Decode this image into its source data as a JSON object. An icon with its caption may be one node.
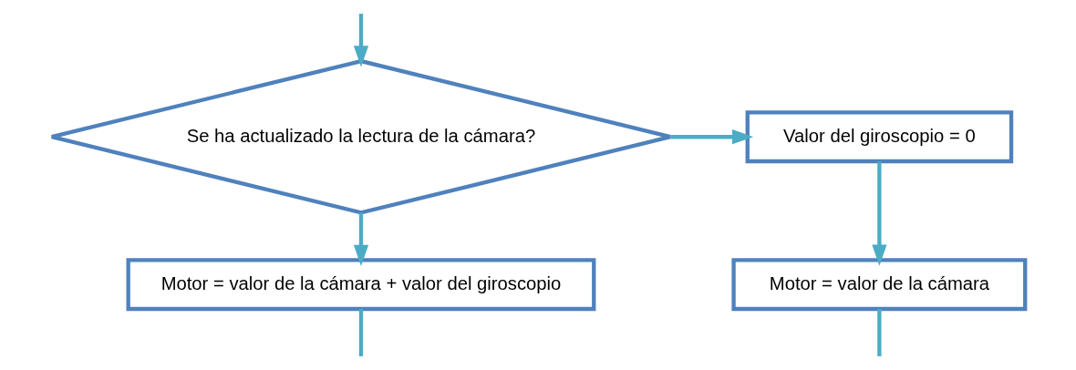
{
  "diagram": {
    "nodes": [
      {
        "text": [
          "Se ha actualizado la lectura de la cámara?"
        ]
      },
      {
        "text": [
          "Valor del giroscopio = 0"
        ]
      },
      {
        "text": [
          "Motor = valor de la cámara + valor del giroscopio"
        ]
      },
      {
        "text": [
          "Motor = valor de la cámara"
        ]
      }
    ],
    "edges": [
      {
        "from": null,
        "to": 0,
        "arrow": "to"
      },
      {
        "from": 0,
        "to": 1,
        "arrow": "to"
      },
      {
        "from": 0,
        "to": 2,
        "arrow": "to"
      },
      {
        "from": 1,
        "to": 3,
        "arrow": "to"
      },
      {
        "from": 2,
        "to": null,
        "arrow": "none"
      },
      {
        "from": 3,
        "to": null,
        "arrow": "none"
      }
    ]
  }
}
